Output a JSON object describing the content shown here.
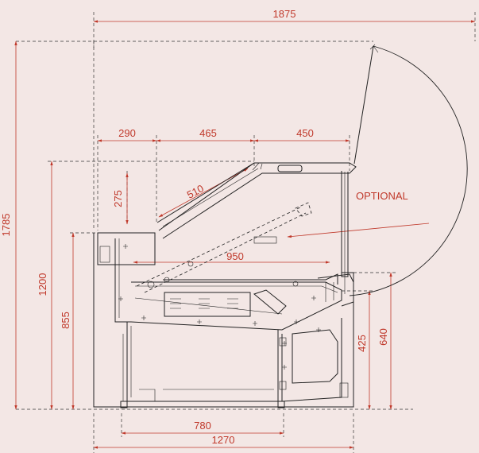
{
  "dimensions": {
    "overall_width": "1875",
    "overall_height": "1785",
    "dim_290": "290",
    "dim_465": "465",
    "dim_450": "450",
    "dim_275": "275",
    "dim_510": "510",
    "dim_950": "950",
    "dim_1200": "1200",
    "dim_855": "855",
    "dim_425": "425",
    "dim_640": "640",
    "dim_780": "780",
    "dim_1270": "1270"
  },
  "labels": {
    "optional": "OPTIONAL"
  },
  "colors": {
    "background": "#f3e7e5",
    "dimension": "#c0392b",
    "outline": "#222222"
  }
}
